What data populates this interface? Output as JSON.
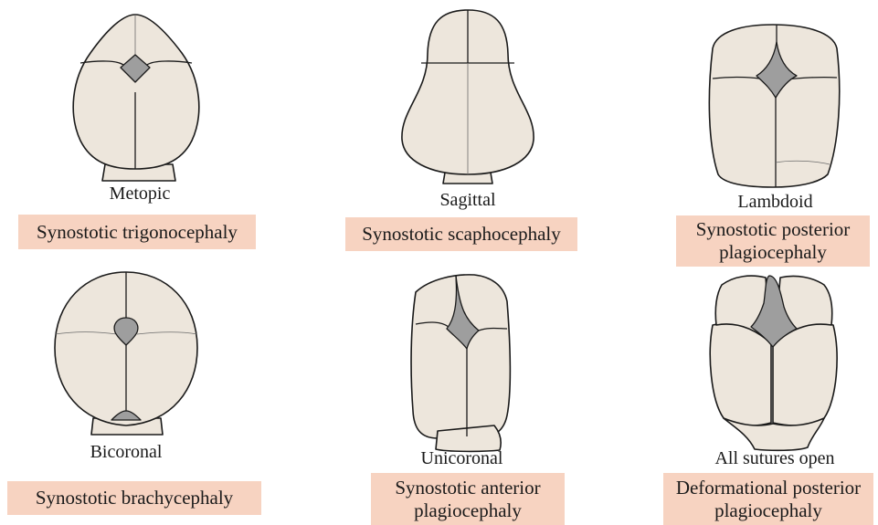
{
  "colors": {
    "bone": "#ede6dc",
    "fontanelle": "#9e9e9e",
    "outline": "#1a1a1a",
    "label_box": "#f7d3c1"
  },
  "panels": [
    {
      "suture": "Metopic",
      "diagnosis_lines": [
        "Synostotic trigonocephaly"
      ]
    },
    {
      "suture": "Sagittal",
      "diagnosis_lines": [
        "Synostotic scaphocephaly"
      ]
    },
    {
      "suture": "Lambdoid",
      "diagnosis_lines": [
        "Synostotic posterior",
        "plagiocephaly"
      ]
    },
    {
      "suture": "Bicoronal",
      "diagnosis_lines": [
        "Synostotic brachycephaly"
      ]
    },
    {
      "suture": "Unicoronal",
      "diagnosis_lines": [
        "Synostotic anterior",
        "plagiocephaly"
      ]
    },
    {
      "suture": "All sutures open",
      "diagnosis_lines": [
        "Deformational posterior",
        "plagiocephaly"
      ]
    }
  ]
}
